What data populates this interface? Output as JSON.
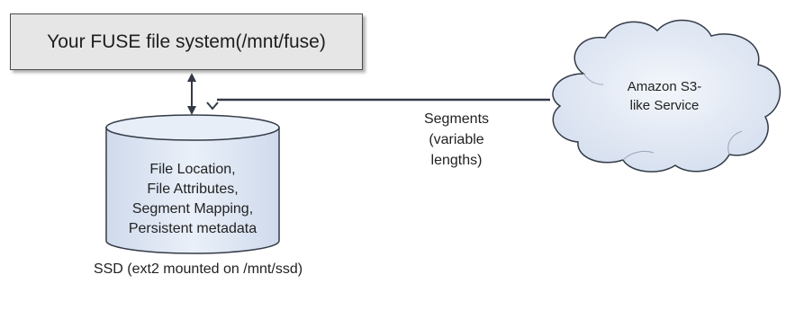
{
  "fuse_box": {
    "label": "Your FUSE file system(/mnt/fuse)"
  },
  "ssd": {
    "contents": [
      "File Location,",
      "File Attributes,",
      "Segment Mapping,",
      "Persistent metadata"
    ],
    "caption": "SSD (ext2 mounted on /mnt/ssd)"
  },
  "link": {
    "label_lines": [
      "Segments",
      "(variable",
      "lengths)"
    ]
  },
  "cloud": {
    "label_lines": [
      "Amazon S3-",
      "like Service"
    ]
  },
  "colors": {
    "box_fill": "#e6e6e6",
    "cylinder_fill": "#dde6f4",
    "cloud_fill": "#dde6f4",
    "line": "#333a47"
  }
}
